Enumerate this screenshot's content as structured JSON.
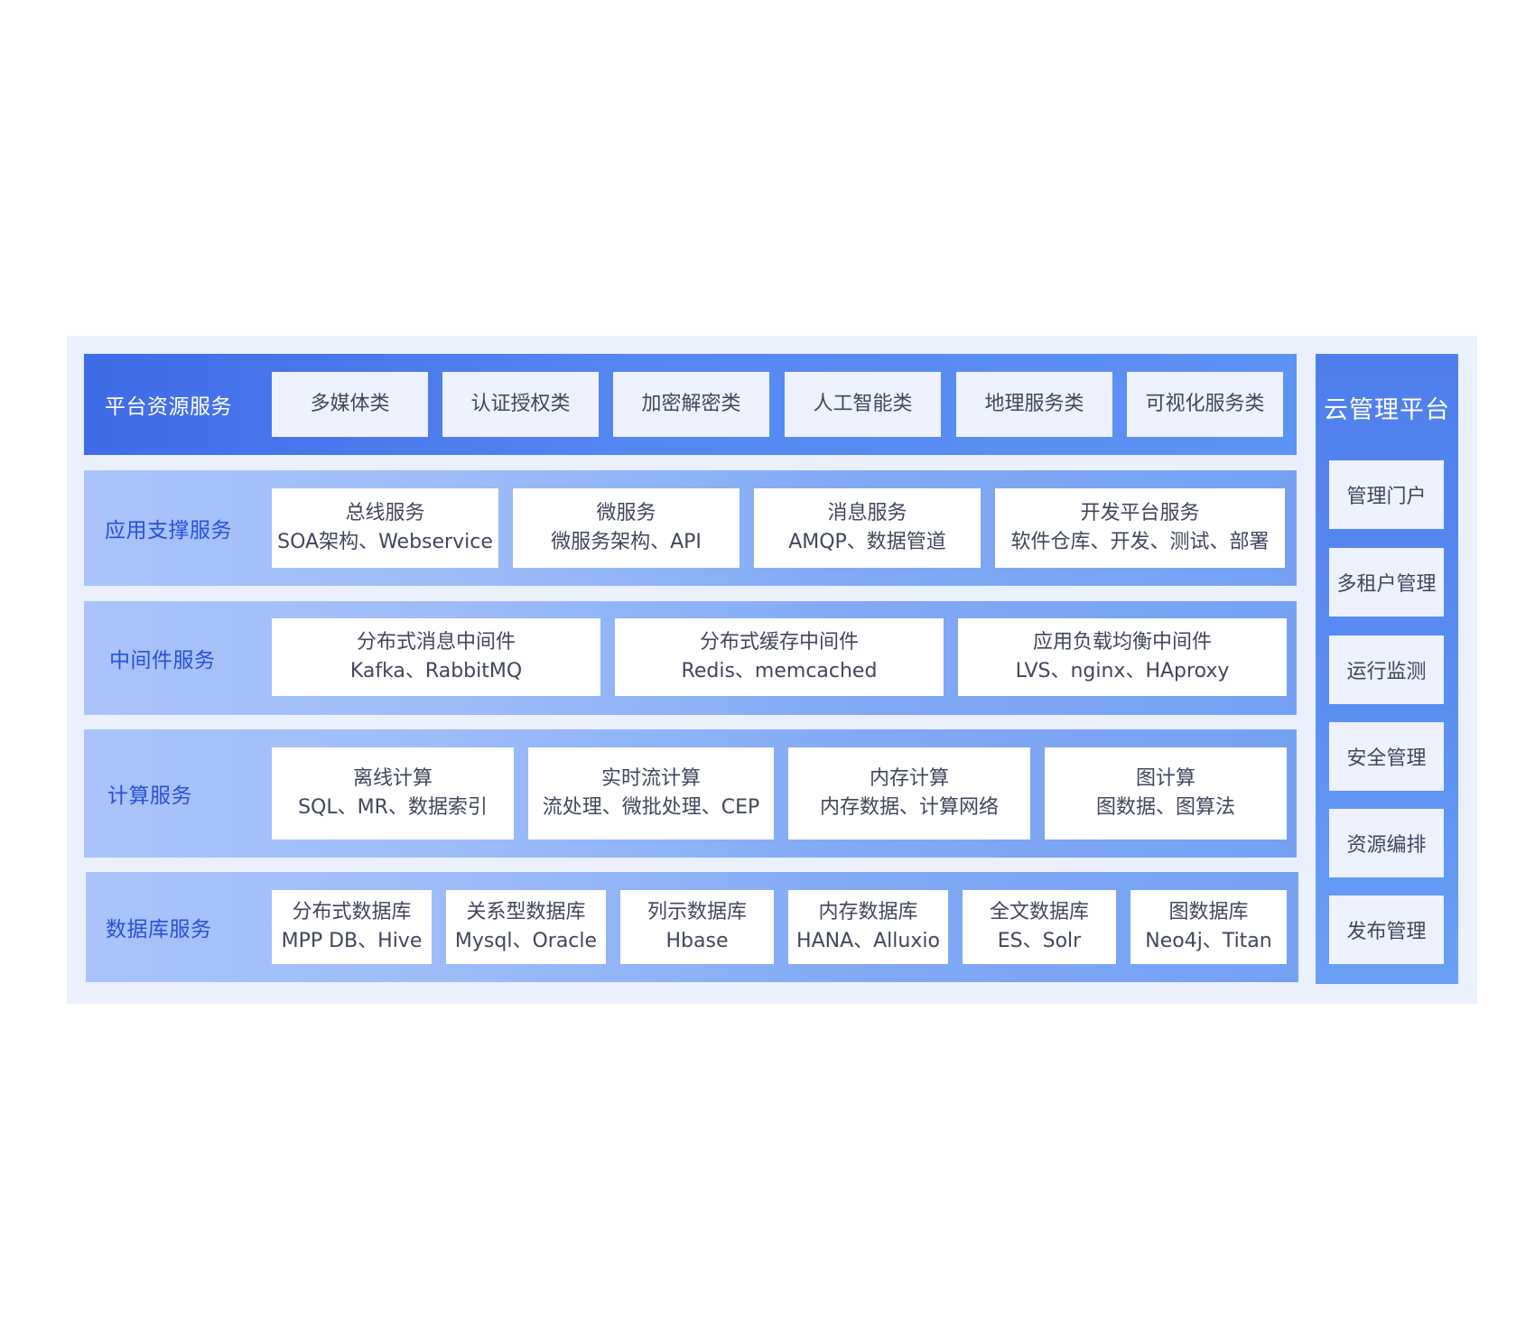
{
  "platform_resource": {
    "title": "平台资源服务",
    "items": [
      "多媒体类",
      "认证授权类",
      "加密解密类",
      "人工智能类",
      "地理服务类",
      "可视化服务类"
    ]
  },
  "app_support": {
    "title": "应用支撑服务",
    "items": [
      {
        "name": "总线服务",
        "desc": "SOA架构、Webservice"
      },
      {
        "name": "微服务",
        "desc": "微服务架构、API"
      },
      {
        "name": "消息服务",
        "desc": "AMQP、数据管道"
      },
      {
        "name": "开发平台服务",
        "desc": "软件仓库、开发、测试、部署"
      }
    ]
  },
  "middleware": {
    "title": "中间件服务",
    "items": [
      {
        "name": "分布式消息中间件",
        "desc": "Kafka、RabbitMQ"
      },
      {
        "name": "分布式缓存中间件",
        "desc": "Redis、memcached"
      },
      {
        "name": "应用负载均衡中间件",
        "desc": "LVS、nginx、HAproxy"
      }
    ]
  },
  "compute": {
    "title": "计算服务",
    "items": [
      {
        "name": "离线计算",
        "desc": "SQL、MR、数据索引"
      },
      {
        "name": "实时流计算",
        "desc": "流处理、微批处理、CEP"
      },
      {
        "name": "内存计算",
        "desc": "内存数据、计算网络"
      },
      {
        "name": "图计算",
        "desc": "图数据、图算法"
      }
    ]
  },
  "database": {
    "title": "数据库服务",
    "items": [
      {
        "name": "分布式数据库",
        "desc": "MPP DB、Hive"
      },
      {
        "name": "关系型数据库",
        "desc": "Mysql、Oracle"
      },
      {
        "name": "列示数据库",
        "desc": "Hbase"
      },
      {
        "name": "内存数据库",
        "desc": "HANA、Alluxio"
      },
      {
        "name": "全文数据库",
        "desc": "ES、Solr"
      },
      {
        "name": "图数据库",
        "desc": "Neo4j、Titan"
      }
    ]
  },
  "cloud_mgmt": {
    "title": "云管理平台",
    "items": [
      "管理门户",
      "多租户管理",
      "运行监测",
      "安全管理",
      "资源编排",
      "发布管理"
    ]
  }
}
